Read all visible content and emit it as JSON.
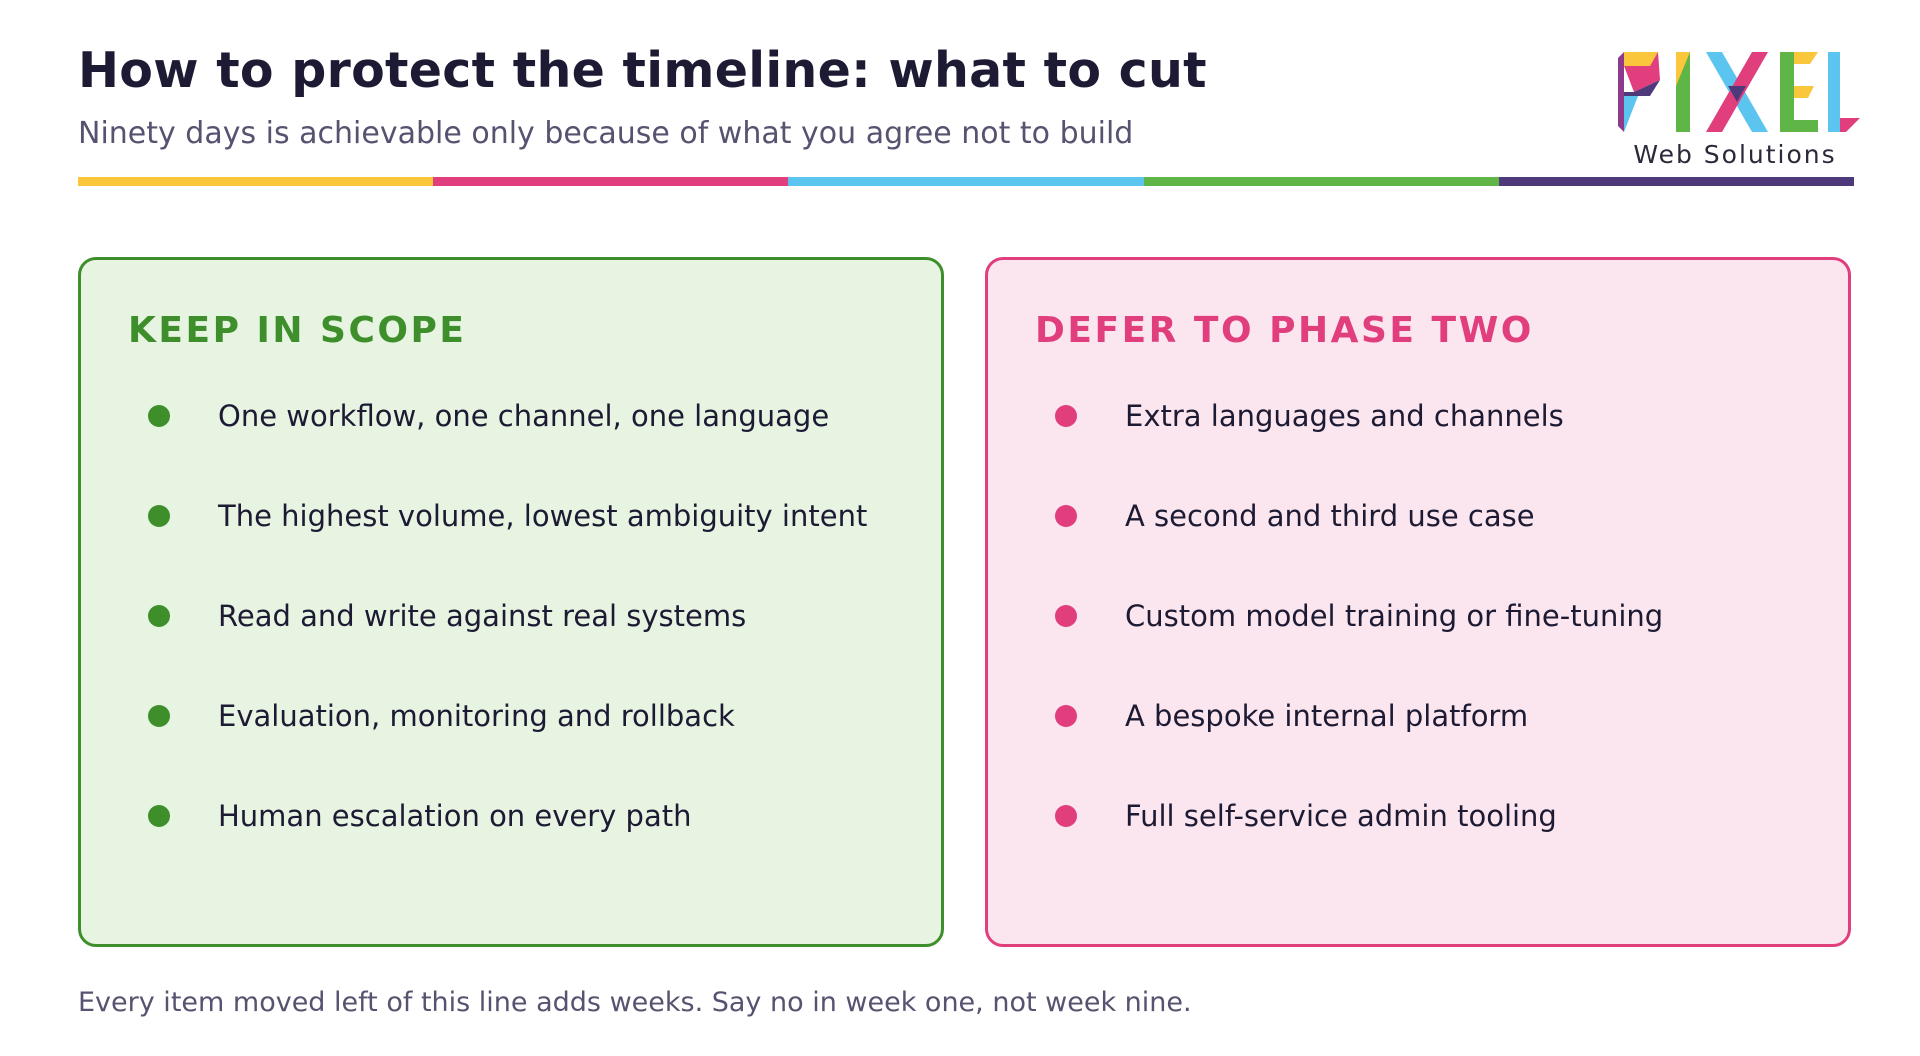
{
  "header": {
    "title": "How to protect the timeline: what to cut",
    "subtitle": "Ninety days is achievable only because of what you agree not to build"
  },
  "logo": {
    "wordmark": "PIXEL",
    "tagline": "Web Solutions"
  },
  "colors": {
    "stripe": [
      "#f9c63c",
      "#e03e7c",
      "#5bc4ef",
      "#5fb546",
      "#4e3a7a"
    ],
    "keep_accent": "#3e8f2c",
    "keep_background": "#e6f4e1",
    "defer_accent": "#e03e7c",
    "defer_background": "#fbe6ef"
  },
  "keep": {
    "heading": "KEEP IN SCOPE",
    "items": [
      "One workflow, one channel, one language",
      "The highest volume, lowest ambiguity intent",
      "Read and write against real systems",
      "Evaluation, monitoring and rollback",
      "Human escalation on every path"
    ]
  },
  "defer": {
    "heading": "DEFER TO PHASE TWO",
    "items": [
      "Extra languages and channels",
      "A second and third use case",
      "Custom model training or fine-tuning",
      "A bespoke internal platform",
      "Full self-service admin tooling"
    ]
  },
  "footer": {
    "note": "Every item moved left of this line adds weeks. Say no in week one, not week nine."
  }
}
